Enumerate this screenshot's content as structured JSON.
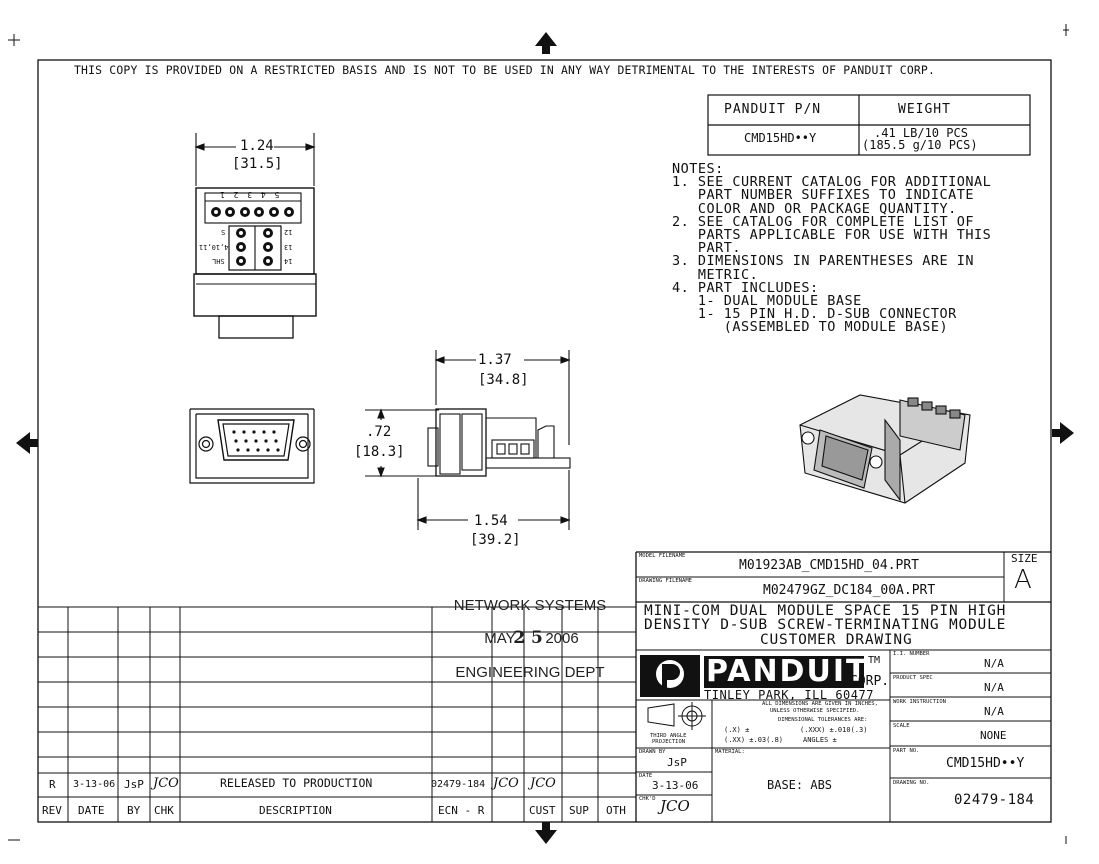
{
  "header_notice": "THIS COPY IS PROVIDED ON A RESTRICTED BASIS AND IS NOT TO BE USED IN ANY WAY DETRIMENTAL TO THE INTERESTS OF PANDUIT CORP.",
  "pn_table": {
    "h1": "PANDUIT P/N",
    "h2": "WEIGHT",
    "pn": "CMD15HD••Y",
    "w1": ".41 LB/10 PCS",
    "w2": "(185.5 g/10 PCS)"
  },
  "notes": {
    "title": "NOTES:",
    "lines": [
      "1. SEE CURRENT CATALOG FOR ADDITIONAL",
      "   PART NUMBER SUFFIXES TO INDICATE",
      "   COLOR AND OR PACKAGE QUANTITY.",
      "2. SEE CATALOG FOR COMPLETE LIST OF",
      "   PARTS APPLICABLE FOR USE WITH THIS",
      "   PART.",
      "3. DIMENSIONS IN PARENTHESES ARE IN",
      "   METRIC.",
      "4. PART INCLUDES:",
      "   1- DUAL MODULE BASE",
      "   1- 15 PIN H.D. D-SUB CONNECTOR",
      "      (ASSEMBLED TO MODULE BASE)"
    ]
  },
  "dims": {
    "w_in": "1.24",
    "w_mm": "[31.5]",
    "d_in": "1.37",
    "d_mm": "[34.8]",
    "h_in": ".72",
    "h_mm": "[18.3]",
    "l_in": "1.54",
    "l_mm": "[39.2]"
  },
  "view_labels": {
    "top_row": "5 4 3 2 1",
    "l1": "S",
    "l2": "4,10,11",
    "l3": "SHL",
    "r1": "12",
    "r2": "13",
    "r3": "14"
  },
  "stamp": {
    "line1": "NETWORK SYSTEMS",
    "month": "MAY",
    "day": "2 5",
    "year": "2006",
    "line3": "ENGINEERING DEPT"
  },
  "revision": {
    "rev": "R",
    "date": "3-13-06",
    "by": "JsP",
    "chk": "JCO",
    "desc": "RELEASED TO PRODUCTION",
    "ecn": "02479-184",
    "r": "JCO",
    "cust": "JCO"
  },
  "rev_headers": {
    "rev": "REV",
    "date": "DATE",
    "by": "BY",
    "chk": "CHK",
    "desc": "DESCRIPTION",
    "ecn": "ECN - R",
    "cust": "CUST",
    "sup": "SUP",
    "oth": "OTH"
  },
  "title_block": {
    "model_label": "MODEL FILENAME",
    "model_file": "M01923AB_CMD15HD_04.PRT",
    "drawing_label": "DRAWING FILENAME",
    "drawing_file": "M02479GZ_DC184_00A.PRT",
    "size_label": "SIZE",
    "size": "A",
    "title1": "MINI-COM DUAL MODULE SPACE 15 PIN HIGH",
    "title2": "DENSITY D-SUB SCREW-TERMINATING MODULE",
    "title3": "CUSTOMER DRAWING",
    "brand": "PANDUIT",
    "tm": "TM",
    "corp": "CORP.",
    "address": "TINLEY PARK, ILL 60477",
    "dims_note1": "ALL DIMENSIONS ARE GIVEN IN INCHES,",
    "dims_note2": "UNLESS OTHERWISE SPECIFIED.",
    "tol_title": "DIMENSIONAL TOLERANCES ARE:",
    "tol1a": "(.X)   ±",
    "tol1b": "(.XXX) ±.010(.3)",
    "tol2a": "(.XX) ±.03(.8)",
    "tol2b": "ANGLES ±",
    "projection1": "THIRD ANGLE",
    "projection2": "PROJECTION",
    "il_label": "I.I. NUMBER",
    "il": "N/A",
    "ps_label": "PRODUCT SPEC",
    "ps": "N/A",
    "wi_label": "WORK INSTRUCTION",
    "wi": "N/A",
    "scale_label": "SCALE",
    "scale": "NONE",
    "pn_label": "PART NO.",
    "pn": "CMD15HD••Y",
    "dn_label": "DRAWING NO.",
    "dn": "02479-184",
    "drawn_label": "DRAWN BY",
    "drawn": "JsP",
    "date_label": "DATE",
    "date": "3-13-06",
    "chkd_label": "CHK'D",
    "chkd": "JCO",
    "material_label": "MATERIAL:",
    "material": "BASE: ABS"
  }
}
